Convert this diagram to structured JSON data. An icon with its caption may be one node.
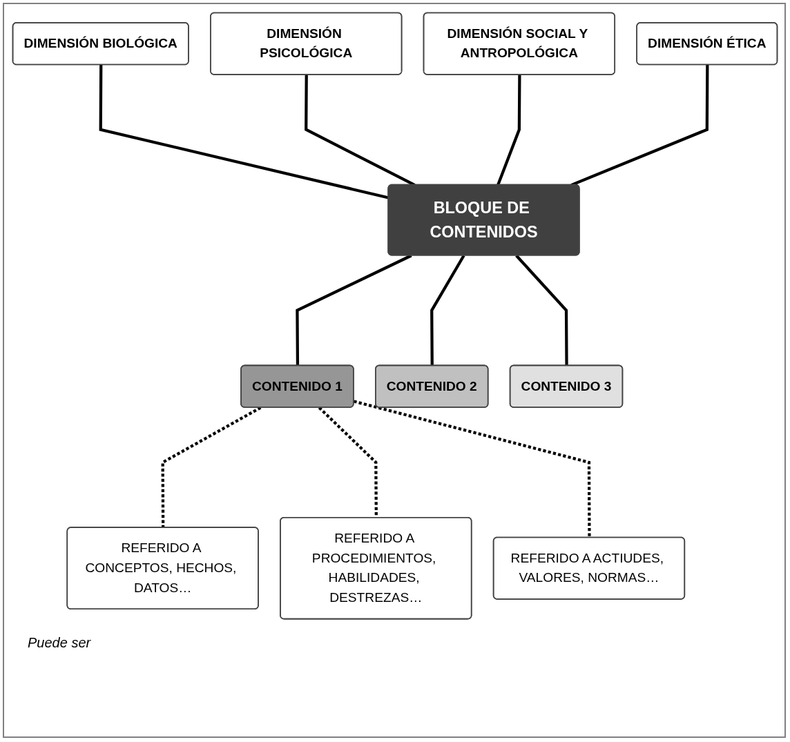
{
  "diagram": {
    "nodes": [
      {
        "text": [
          "DIMENSIÓN BIOLÓGICA"
        ]
      },
      {
        "text": [
          "DIMENSIÓN PSICOLÓGICA"
        ]
      },
      {
        "text": [
          "DIMENSIÓN SOCIAL Y ANTROPOLÓGICA"
        ]
      },
      {
        "text": [
          "DIMENSIÓN ÉTICA"
        ]
      },
      {
        "text": [
          "BLOQUE DE CONTENIDOS"
        ]
      },
      {
        "text": [
          "CONTENIDO 1"
        ]
      },
      {
        "text": [
          "CONTENIDO 2"
        ]
      },
      {
        "text": [
          "CONTENIDO 3"
        ]
      },
      {
        "text": [
          "REFERIDO A CONCEPTOS, HECHOS, DATOS…"
        ]
      },
      {
        "text": [
          "REFERIDO A PROCEDIMIENTOS, HABILIDADES, DESTREZAS…"
        ]
      },
      {
        "text": [
          "REFERIDO A ACTIUDES, VALORES, NORMAS…"
        ]
      }
    ],
    "edges": [
      {
        "from": 0,
        "to": 4,
        "arrow": "none"
      },
      {
        "from": 1,
        "to": 4,
        "arrow": "none"
      },
      {
        "from": 2,
        "to": 4,
        "arrow": "none"
      },
      {
        "from": 3,
        "to": 4,
        "arrow": "none"
      },
      {
        "from": 4,
        "to": 5,
        "arrow": "none"
      },
      {
        "from": 4,
        "to": 6,
        "arrow": "none"
      },
      {
        "from": 4,
        "to": 7,
        "arrow": "none"
      },
      {
        "from": 5,
        "to": 8,
        "arrow": "none",
        "style": "dashed"
      },
      {
        "from": 5,
        "to": 9,
        "arrow": "none",
        "style": "dashed"
      },
      {
        "from": 5,
        "to": 10,
        "arrow": "none",
        "style": "dashed"
      }
    ],
    "labels": [
      "Puede ser"
    ]
  }
}
